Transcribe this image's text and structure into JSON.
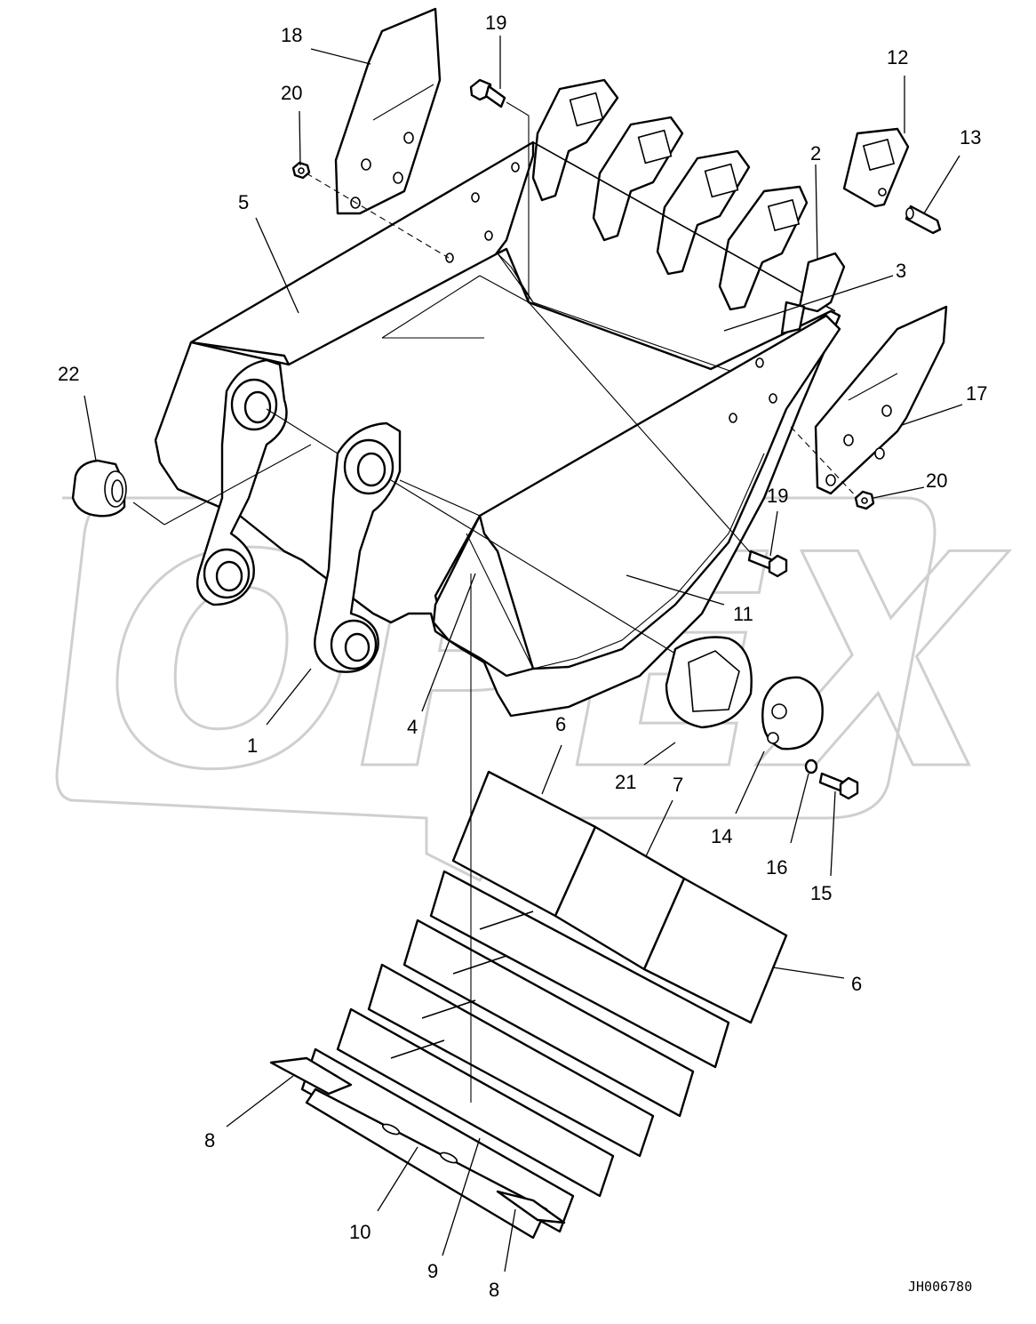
{
  "diagram": {
    "drawing_number": "JH006780",
    "watermark_text": "OPEX",
    "callouts": [
      "1",
      "2",
      "3",
      "4",
      "5",
      "6",
      "6",
      "7",
      "8",
      "8",
      "9",
      "10",
      "11",
      "12",
      "13",
      "14",
      "15",
      "16",
      "17",
      "18",
      "19",
      "19",
      "20",
      "20",
      "21",
      "22"
    ]
  }
}
